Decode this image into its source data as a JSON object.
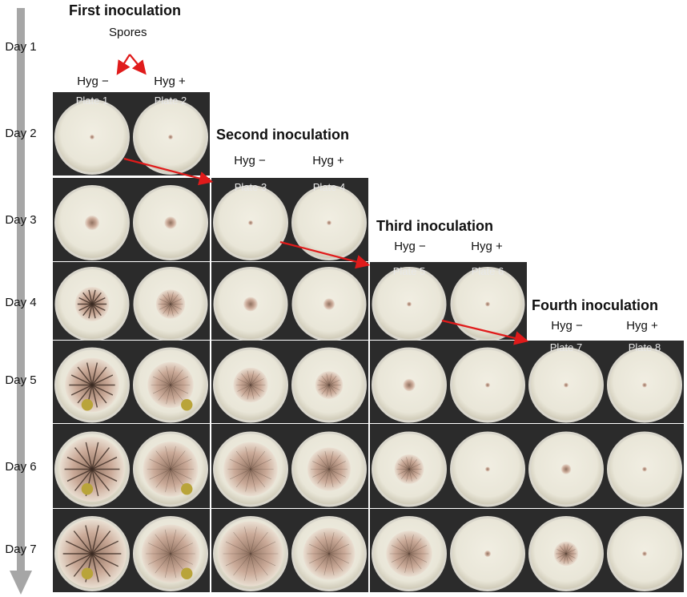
{
  "timeline": {
    "days": [
      "Day 1",
      "Day 2",
      "Day 3",
      "Day 4",
      "Day 5",
      "Day 6",
      "Day 7"
    ]
  },
  "inoculations": [
    {
      "title": "First inoculation",
      "subtitle": "Spores",
      "hyg_minus": "Hyg −",
      "hyg_plus": "Hyg +",
      "plate_minus": "Plate 1",
      "plate_plus": "Plate 2"
    },
    {
      "title": "Second inoculation",
      "hyg_minus": "Hyg −",
      "hyg_plus": "Hyg +",
      "plate_minus": "Plate 3",
      "plate_plus": "Plate 4"
    },
    {
      "title": "Third inoculation",
      "hyg_minus": "Hyg −",
      "hyg_plus": "Hyg +",
      "plate_minus": "Plate 5",
      "plate_plus": "Plate 6"
    },
    {
      "title": "Fourth inoculation",
      "hyg_minus": "Hyg −",
      "hyg_plus": "Hyg +",
      "plate_minus": "Plate 7",
      "plate_plus": "Plate 8"
    }
  ],
  "colors": {
    "arrow_red": "#e01b1b",
    "timeline_gray": "#a6a6a6",
    "tile_bg": "#2b2b2b",
    "agar": "#e9e6d8",
    "colony_tan": "#c9a795",
    "colony_dark": "#3a2a22",
    "spore_yellow": "#b9a43a"
  }
}
